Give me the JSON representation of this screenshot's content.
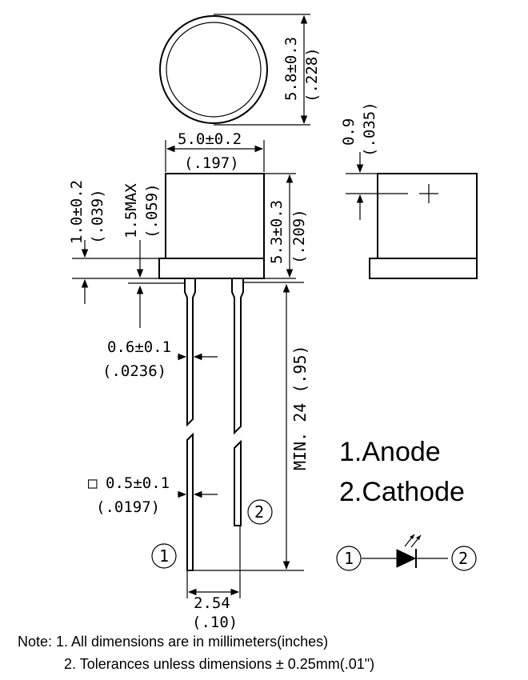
{
  "top_view": {
    "diameter_dim": "5.8±0.3",
    "diameter_dim_inch": "(.228)"
  },
  "side_view": {
    "body_width_dim": "5.0±0.2",
    "body_width_dim_inch": "(.197)",
    "body_height_dim": "5.3±0.3",
    "body_height_dim_inch": "(.209)",
    "flange_dim": "1.0±0.2",
    "flange_dim_inch": "(.039)",
    "max_dim": "1.5MAX",
    "max_dim_inch": "(.059)",
    "lead_dim_1": "0.6±0.1",
    "lead_dim_1_inch": "(.0236)",
    "lead_dim_2_prefix": "□",
    "lead_dim_2": "0.5±0.1",
    "lead_dim_2_inch": "(.0197)",
    "lead_length_dim": "MIN. 24 (.95)",
    "pitch_dim": "2.54",
    "pitch_dim_inch": "(.10)",
    "lead1_marker": "1",
    "lead2_marker": "2"
  },
  "end_view": {
    "offset_dim": "0.9",
    "offset_dim_inch": "(.035)",
    "polarity_mark": "+"
  },
  "pins": {
    "pin1": "1.Anode",
    "pin2": "2.Cathode"
  },
  "symbol": {
    "left_marker": "1",
    "right_marker": "2"
  },
  "notes": {
    "line1": "Note: 1. All dimensions are in millimeters(inches)",
    "line2": "2. Tolerances unless dimensions ± 0.25mm(.01\")"
  }
}
